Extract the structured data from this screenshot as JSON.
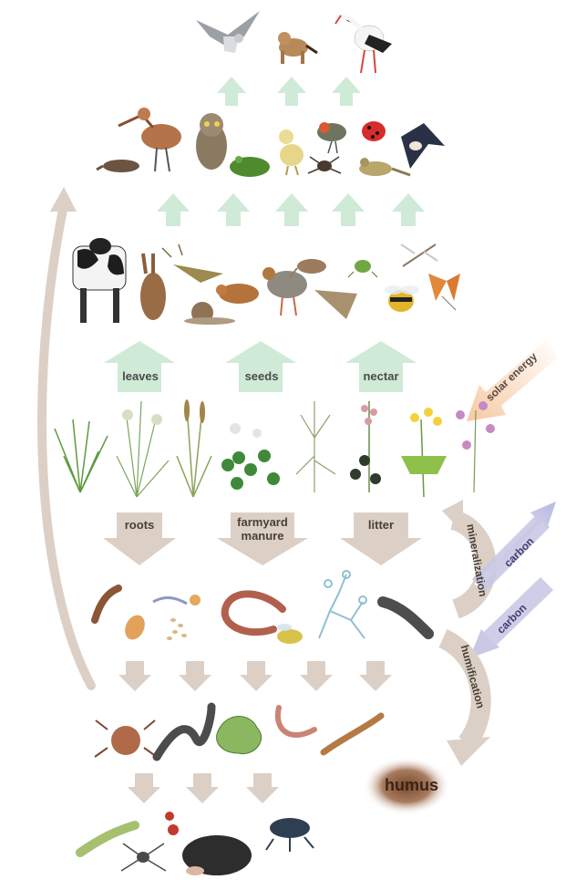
{
  "labels": {
    "leaves": "leaves",
    "seeds": "seeds",
    "nectar": "nectar",
    "solar_energy": "solar energy",
    "roots": "roots",
    "farmyard_manure_line1": "farmyard",
    "farmyard_manure_line2": "manure",
    "litter": "litter",
    "mineralization": "mineralization",
    "carbon_up": "carbon",
    "carbon_down": "carbon",
    "humification": "humification",
    "humus": "humus"
  },
  "colors": {
    "green_arrow": "#cfead6",
    "brown_arrow": "#dcd0c6",
    "solar_arrow": "#fbd9bd",
    "carbon_arrow": "#c9c9e6",
    "humus_core": "#7a4a2c",
    "humus_edge": "#d9c2b2"
  },
  "icons": {
    "top_predators": [
      "harrier-hawk-icon",
      "stoat-icon",
      "stork-icon"
    ],
    "secondary_consumers": [
      "shrew-icon",
      "godwit-icon",
      "owl-icon",
      "frog-icon",
      "chick-icon",
      "robin-icon",
      "spider-icon",
      "wagtail-icon",
      "ladybird-icon",
      "swallow-icon"
    ],
    "primary_consumers": [
      "cow-icon",
      "hare-icon",
      "grasshopper-icon",
      "snail-icon",
      "vole-icon",
      "partridge-icon",
      "mouse-icon",
      "moth-icon",
      "aphid-icon",
      "bumblebee-icon",
      "cranefly-icon",
      "butterfly-icon"
    ],
    "plants": [
      "grass-icon",
      "meadow-grass-icon",
      "foxtail-icon",
      "clover-icon",
      "shepherds-purse-icon",
      "campion-icon",
      "buttercup-icon",
      "ragged-robin-icon"
    ],
    "decomposers_1": [
      "millipede-icon",
      "springtail-icon",
      "nematode-icon",
      "protozoa-icon",
      "eggs-icon",
      "earthworm-icon",
      "fly-larva-icon",
      "fungi-icon",
      "woodlouse-icon"
    ],
    "decomposers_2": [
      "mite-icon",
      "worm-icon",
      "amoeba-icon",
      "pot-worm-icon",
      "centipede-icon"
    ],
    "soil_predators": [
      "centipede-green-icon",
      "ant-icon",
      "spider-soil-icon",
      "mole-icon",
      "beetle-icon"
    ]
  }
}
